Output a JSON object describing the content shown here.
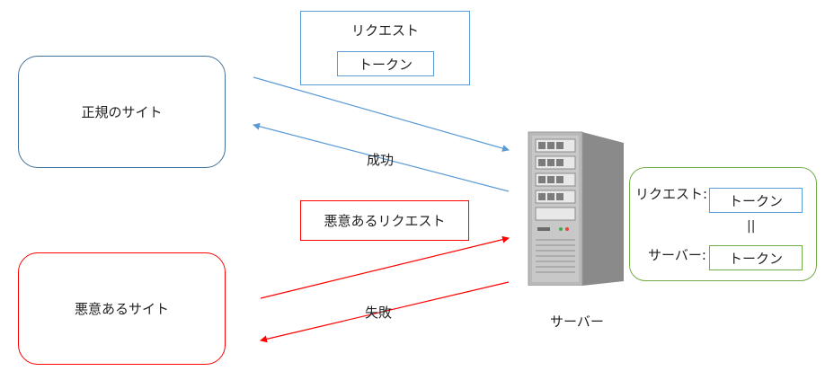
{
  "nodes": {
    "legit_site": "正規のサイト",
    "malicious_site": "悪意あるサイト",
    "server": "サーバー"
  },
  "messages": {
    "request_title": "リクエスト",
    "request_token": "トークン",
    "success": "成功",
    "malicious_request": "悪意あるリクエスト",
    "failure": "失敗"
  },
  "check": {
    "request_label": "リクエスト:",
    "request_token": "トークン",
    "equals": "||",
    "server_label": "サーバー:",
    "server_token": "トークン"
  },
  "colors": {
    "legit": "#41719c",
    "malicious": "#ff0000",
    "request_box": "#5b9bd5",
    "check": "#70ad47",
    "legit_arrow": "#5b9bd5",
    "malicious_arrow": "#ff0000"
  }
}
